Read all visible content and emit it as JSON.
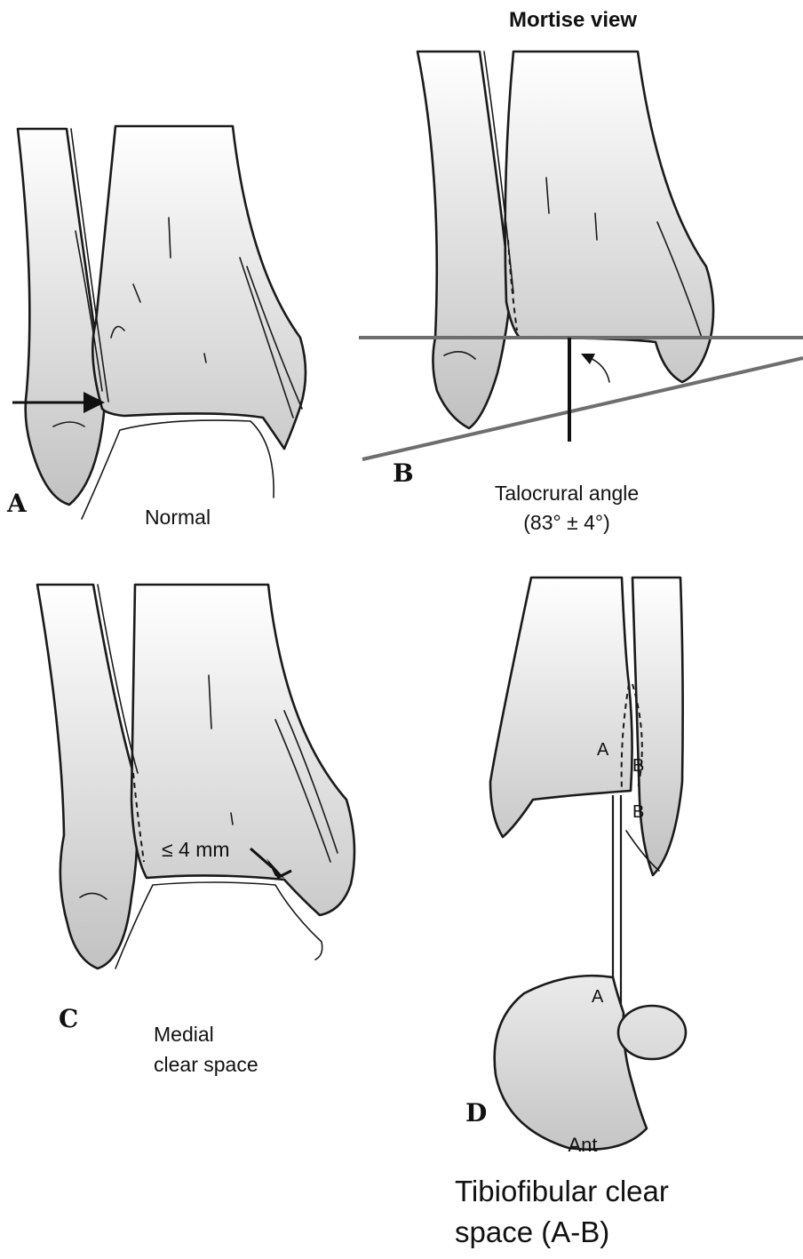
{
  "title": "Mortise view",
  "panels": {
    "a": {
      "letter": "A",
      "caption": "Normal"
    },
    "b": {
      "letter": "B",
      "caption_line1": "Talocrural angle",
      "caption_line2": "(83° ± 4°)"
    },
    "c": {
      "letter": "C",
      "measure": "≤ 4 mm",
      "caption_line1": "Medial",
      "caption_line2": "clear space"
    },
    "d": {
      "letter": "D",
      "point_a_upper": "A",
      "point_b_upper": "B",
      "point_b_lower": "B",
      "point_a_lower": "A",
      "ant_label": "Ant",
      "caption_line1": "Tibiofibular clear",
      "caption_line2": "space (A-B)"
    }
  },
  "colors": {
    "bone_top": "#ffffff",
    "bone_bottom": "#c4c4c4",
    "line": "#1a1a1a",
    "axis_line": "#6e6e6e"
  }
}
